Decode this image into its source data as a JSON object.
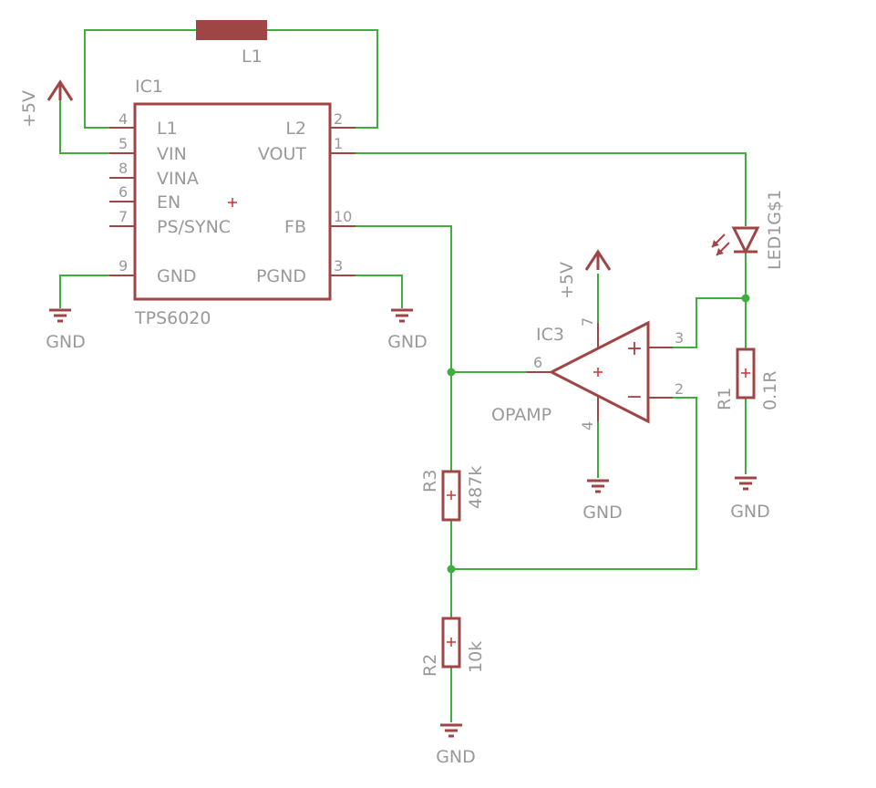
{
  "ic1": {
    "name": "IC1",
    "value": "TPS6020",
    "pins": [
      {
        "label": "L1",
        "num": "4"
      },
      {
        "label": "VIN",
        "num": "5"
      },
      {
        "label": "VINA",
        "num": "8"
      },
      {
        "label": "EN",
        "num": "6"
      },
      {
        "label": "PS/SYNC",
        "num": "7"
      },
      {
        "label": "GND",
        "num": "9"
      },
      {
        "label": "L2",
        "num": "2"
      },
      {
        "label": "VOUT",
        "num": "1"
      },
      {
        "label": "FB",
        "num": "10"
      },
      {
        "label": "PGND",
        "num": "3"
      }
    ]
  },
  "l1": {
    "name": "L1"
  },
  "ic3": {
    "name": "IC3",
    "value": "OPAMP",
    "pins": {
      "out": "6",
      "vplus": "3",
      "vminus": "2",
      "vcc": "7",
      "vee": "4"
    },
    "plus_sign": "+",
    "minus_sign": "−"
  },
  "led": {
    "name": "LED1G$1"
  },
  "r1": {
    "name": "R1",
    "value": "0.1R"
  },
  "r2": {
    "name": "R2",
    "value": "10k"
  },
  "r3": {
    "name": "R3",
    "value": "487k"
  },
  "supplies": {
    "p5v": "+5V",
    "gnd": "GND"
  },
  "colors": {
    "wire": "#3fae3f",
    "part": "#a04545",
    "text": "#999999",
    "origin": "#cc3333"
  }
}
